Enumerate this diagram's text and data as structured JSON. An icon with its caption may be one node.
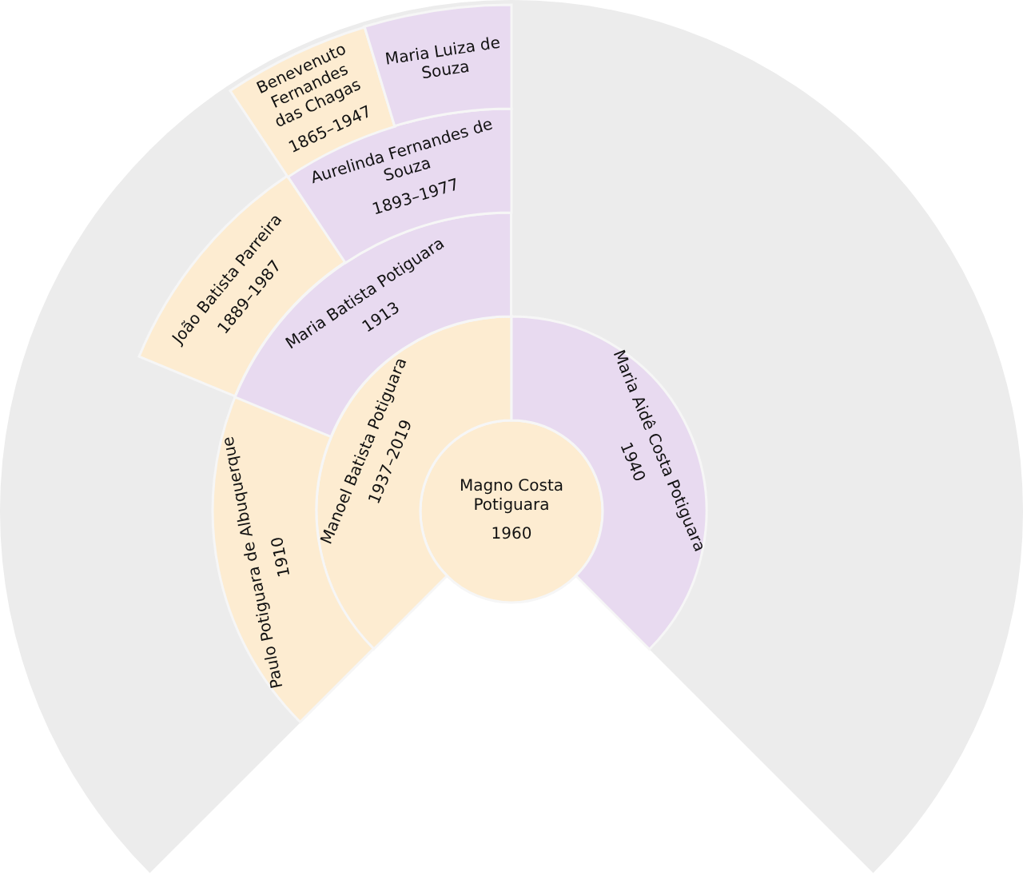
{
  "diagram": {
    "nodes": [
      {
        "text": [
          "Magno Costa Potiguara",
          "1960"
        ]
      },
      {
        "text": [
          "Manoel Batista Potiguara",
          "1937–2019"
        ]
      },
      {
        "text": [
          "Maria Aidê Costa Potiguara",
          "1940"
        ]
      },
      {
        "text": [
          "Paulo Potiguara de Albuquerque",
          "1910"
        ]
      },
      {
        "text": [
          "Maria Batista Potiguara",
          "1913"
        ]
      },
      {
        "text": [
          "João Batista Parreira",
          "1889–1987"
        ]
      },
      {
        "text": [
          "Aurelinda Fernandes de Souza",
          "1893–1977"
        ]
      },
      {
        "text": [
          "Benevenuto Fernandes das Chagas",
          "1865–1947"
        ]
      },
      {
        "text": [
          "Maria Luiza de Souza"
        ]
      }
    ]
  }
}
